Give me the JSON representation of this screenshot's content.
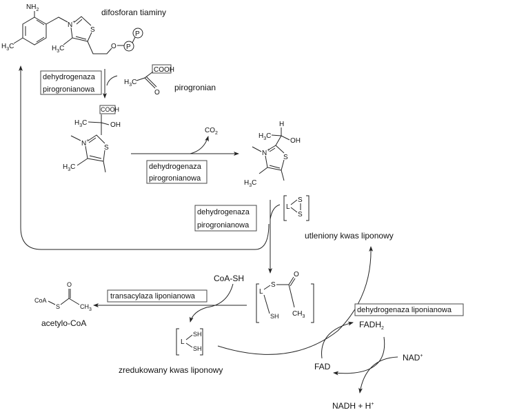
{
  "labels": {
    "tpp": "difosforan tiaminy",
    "pyruvate": "pirogronian",
    "co2": "CO",
    "co2_sub": "2",
    "oxidized_lipoic": "utleniony kwas liponowy",
    "reduced_lipoic": "zredukowany kwas liponowy",
    "acetyl_coa": "acetylo-CoA",
    "coa_sh": "CoA-SH",
    "fad": "FAD",
    "fadh2": "FADH",
    "fadh2_sub": "2",
    "nad": "NAD",
    "nad_sup": "+",
    "nadh": "NADH + H",
    "nadh_sup": "+"
  },
  "enzymes": {
    "pdh_line1": "dehydrogenaza",
    "pdh_line2": "pirogronianowa",
    "transacylase": "transacylaza liponianowa",
    "lipoamide_dh": "dehydrogenaza liponianowa"
  },
  "atoms": {
    "nh2": "NH",
    "nh2_sub": "2",
    "h3c": "H",
    "h3c_sub": "3",
    "c": "C",
    "n_plus": "N",
    "plus": "+",
    "s": "S",
    "o": "O",
    "p": "P",
    "cooh": "COOH",
    "oh": "OH",
    "h": "H",
    "l": "L",
    "sh": "SH",
    "coa": "CoA",
    "ch3": "CH",
    "ch3_sub": "3"
  }
}
